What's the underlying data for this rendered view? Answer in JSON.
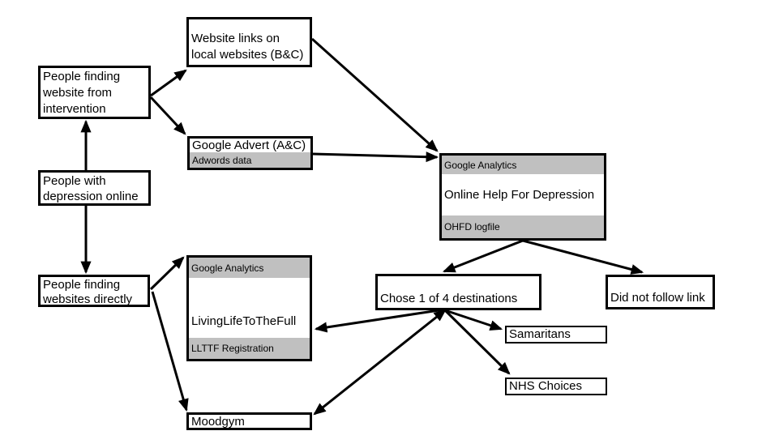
{
  "colors": {
    "background": "#ffffff",
    "box_border": "#000000",
    "gray_bar": "#c0c0c0",
    "arrow": "#000000",
    "text": "#000000"
  },
  "nodes": {
    "website_links": {
      "label": "Website links on\nlocal websites (B&C)"
    },
    "intervention": {
      "label": "People finding\nwebsite from\nintervention"
    },
    "google_advert": {
      "title": "Google Advert (A&C)",
      "data_source": "Adwords data"
    },
    "depression_online": {
      "label": "People with\ndepression online"
    },
    "ohfd": {
      "header": "Google Analytics",
      "title": "Online Help For Depression",
      "data_source": "OHFD logfile"
    },
    "finding_directly": {
      "label": "People finding\nwebsites directly"
    },
    "llttf": {
      "header": "Google Analytics",
      "title": "LivingLifeToTheFull",
      "data_source": "LLTTF Registration"
    },
    "chose_destination": {
      "label": "Chose 1 of 4 destinations"
    },
    "did_not_follow": {
      "label": "Did not follow link"
    },
    "samaritans": {
      "label": "Samaritans"
    },
    "nhs_choices": {
      "label": "NHS Choices"
    },
    "moodgym": {
      "label": "Moodgym"
    }
  },
  "edges": [
    {
      "from": "depression_online",
      "to": "intervention"
    },
    {
      "from": "depression_online",
      "to": "finding_directly"
    },
    {
      "from": "intervention",
      "to": "website_links"
    },
    {
      "from": "intervention",
      "to": "google_advert"
    },
    {
      "from": "website_links",
      "to": "ohfd"
    },
    {
      "from": "google_advert",
      "to": "ohfd"
    },
    {
      "from": "ohfd",
      "to": "chose_destination"
    },
    {
      "from": "ohfd",
      "to": "did_not_follow"
    },
    {
      "from": "finding_directly",
      "to": "llttf"
    },
    {
      "from": "finding_directly",
      "to": "moodgym"
    },
    {
      "from": "chose_destination",
      "to": "llttf"
    },
    {
      "from": "chose_destination",
      "to": "moodgym",
      "bidirectional": true
    },
    {
      "from": "chose_destination",
      "to": "samaritans"
    },
    {
      "from": "chose_destination",
      "to": "nhs_choices"
    }
  ]
}
